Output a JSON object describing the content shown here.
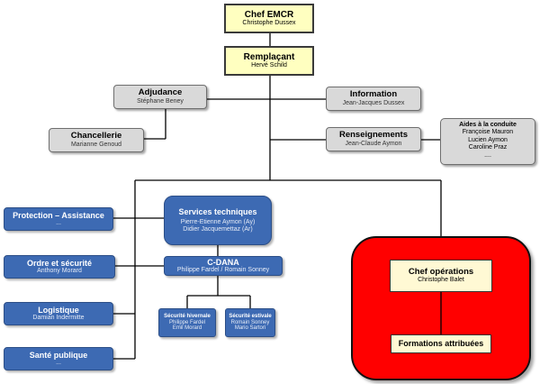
{
  "chef": {
    "title": "Chef EMCR",
    "name": "Christophe Dussex"
  },
  "remplacant": {
    "title": "Remplaçant",
    "name": "Hervé Schild"
  },
  "adjudance": {
    "title": "Adjudance",
    "name": "Stéphane Beney"
  },
  "chancellerie": {
    "title": "Chancellerie",
    "name": "Marianne Genoud"
  },
  "information": {
    "title": "Information",
    "name": "Jean-Jacques Dussex"
  },
  "renseignements": {
    "title": "Renseignements",
    "name": "Jean-Claude Aymon"
  },
  "aides": {
    "title": "Aides à la conduite",
    "names": [
      "Françoise Mauron",
      "Lucien Aymon",
      "Caroline Praz",
      "...."
    ]
  },
  "protection": {
    "title": "Protection – Assistance",
    "name": "..."
  },
  "ordre": {
    "title": "Ordre et sécurité",
    "name": "Anthony Morard"
  },
  "logistique": {
    "title": "Logistique",
    "name": "Damian Indermitte"
  },
  "sante": {
    "title": "Santé publique",
    "name": "..."
  },
  "services": {
    "title": "Services techniques",
    "line1": "Pierre-Etienne Aymon (Ay)",
    "line2": "Didier Jacquemettaz (Ar)"
  },
  "cdana": {
    "title": "C-DANA",
    "name": "Philippe Fardel / Romain Sonney"
  },
  "hivernale": {
    "title": "Sécurité hivernale",
    "line1": "Philippe Fardel",
    "line2": "Emil Morard"
  },
  "estivale": {
    "title": "Sécurité estivale",
    "line1": "Romain Sonney",
    "line2": "Mario Sartori"
  },
  "chef_ops": {
    "title": "Chef opérations",
    "name": "Christophe Balet"
  },
  "formations": {
    "title": "Formations attribuées"
  },
  "colors": {
    "blue": "#3d6ab3",
    "grey": "#d9d9d9",
    "yellow": "#ffffc0",
    "red": "#ff0000"
  }
}
